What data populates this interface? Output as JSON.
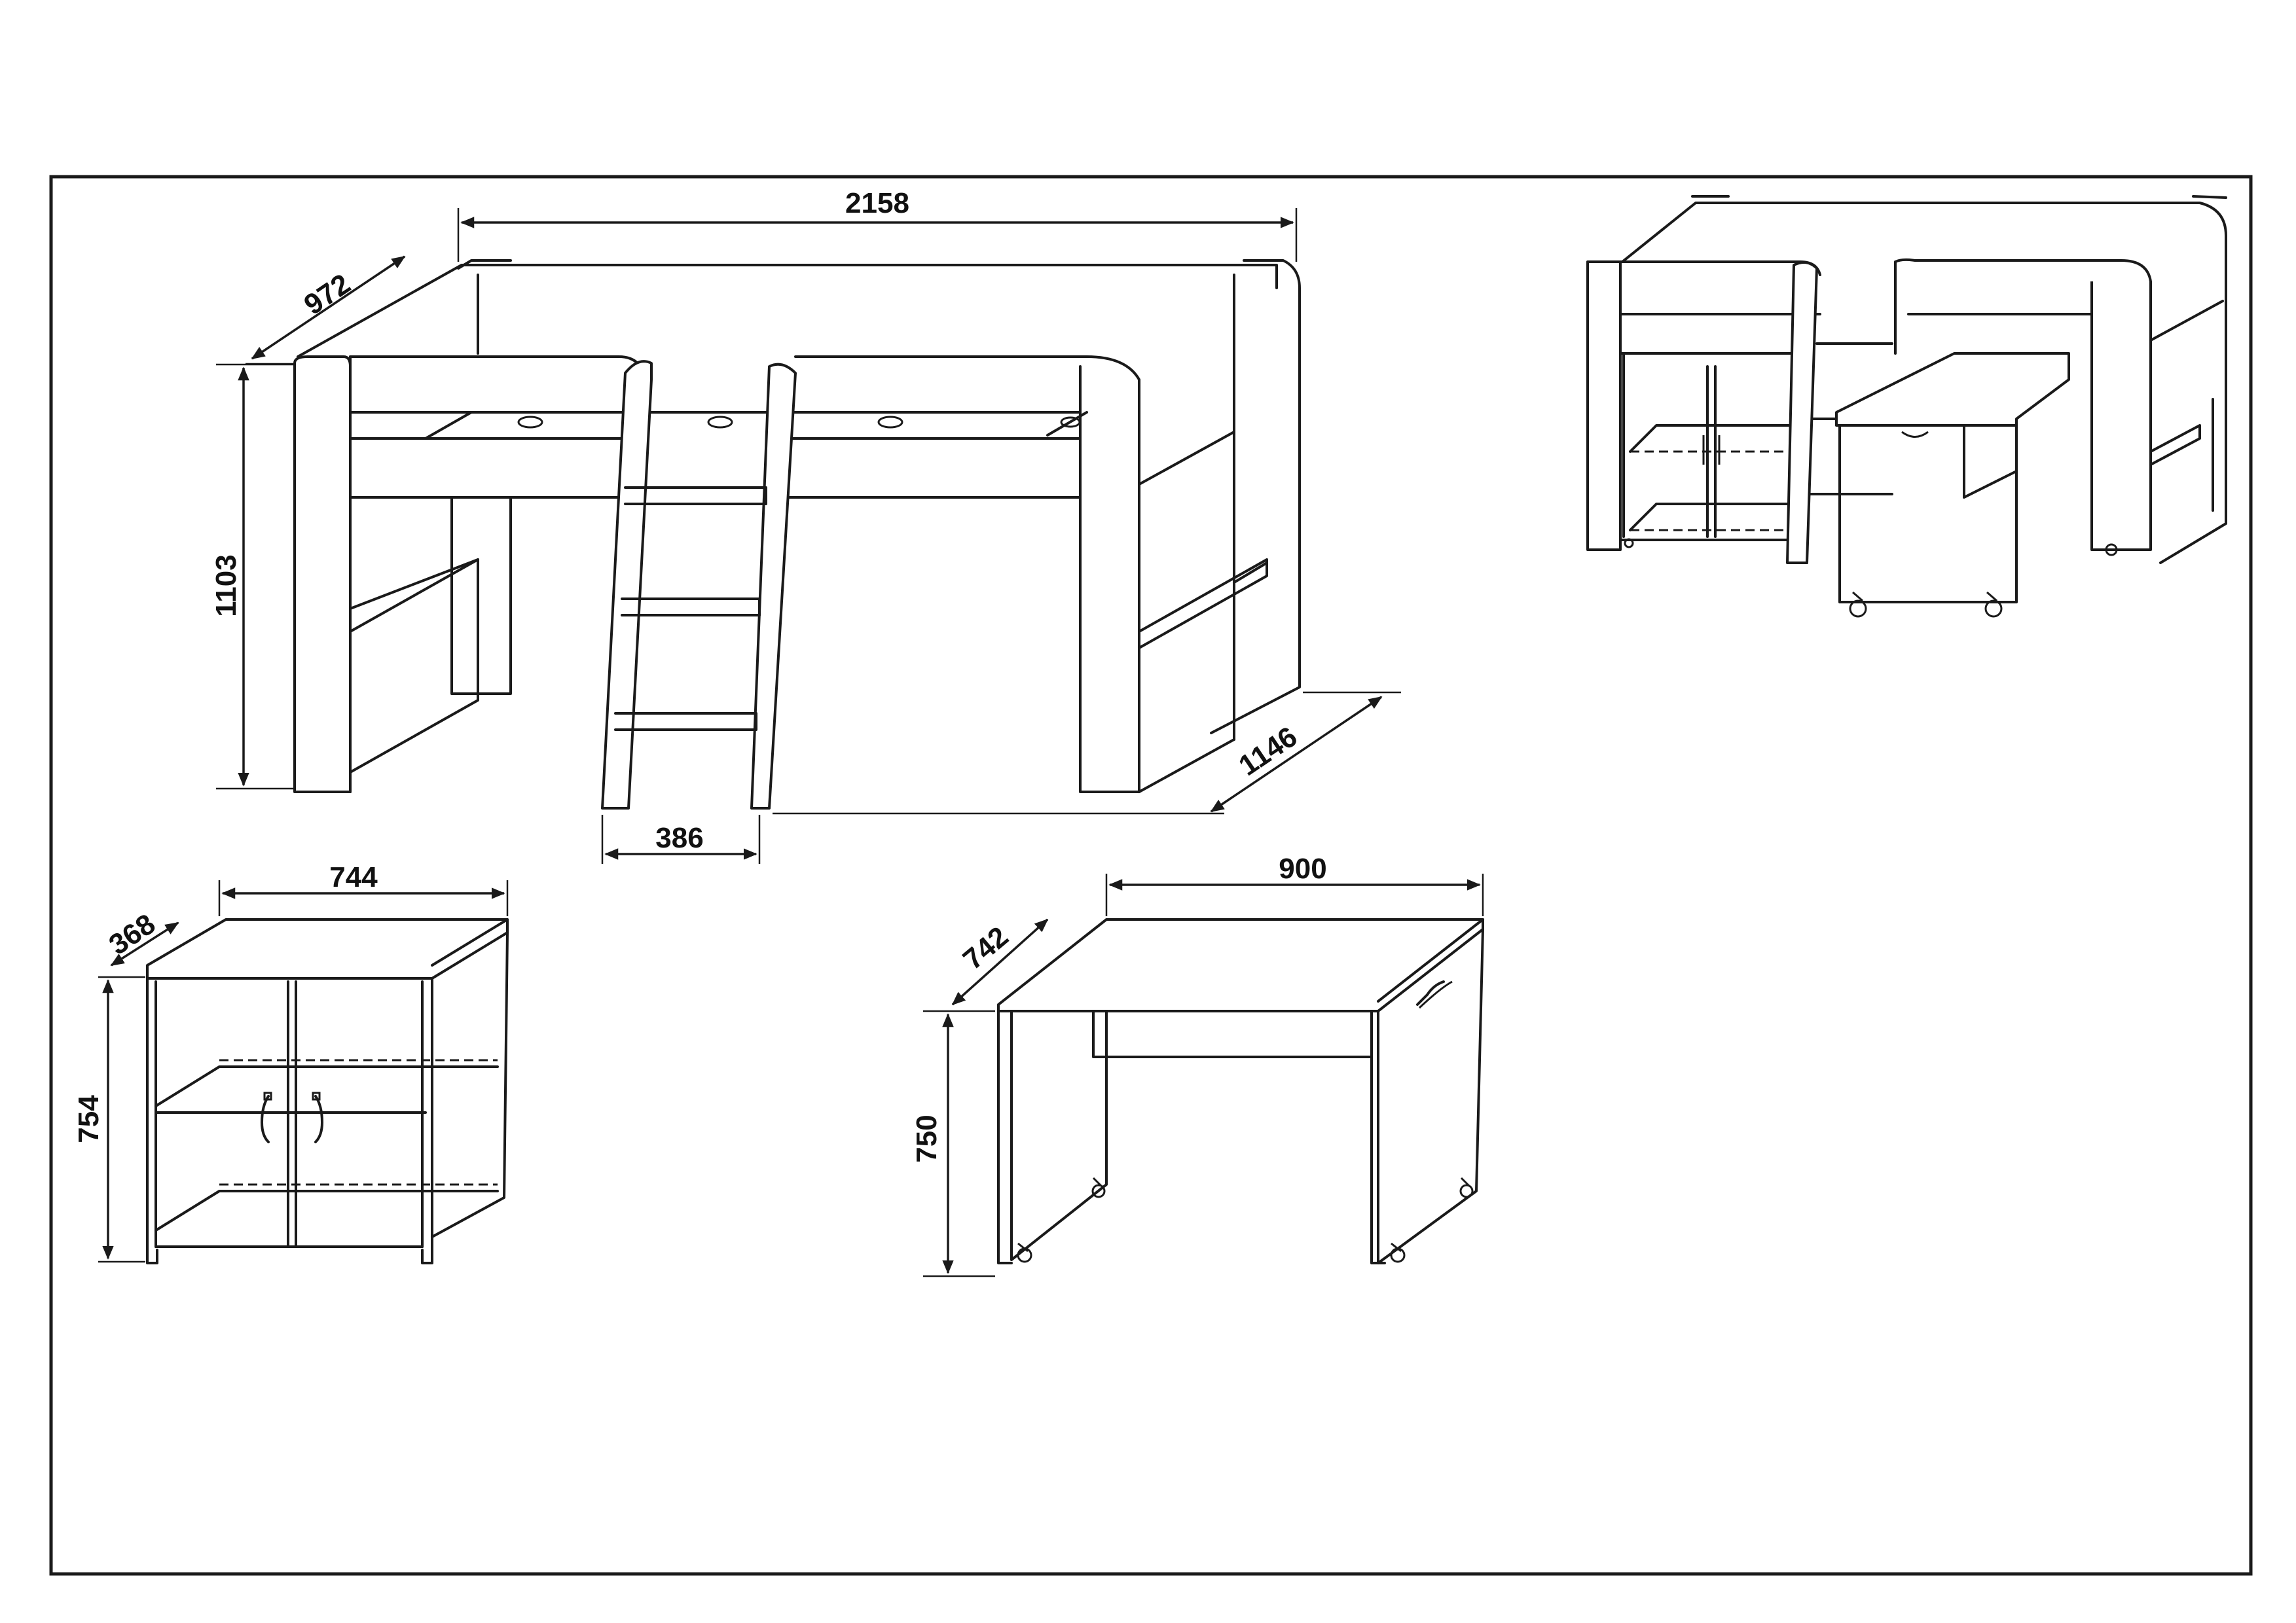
{
  "dimensions": {
    "bed": {
      "length": "2158",
      "depth": "972",
      "height": "1103",
      "desk_length": "1146",
      "ladder_width": "386"
    },
    "cabinet": {
      "width": "744",
      "depth": "368",
      "height": "754"
    },
    "desk": {
      "width": "900",
      "depth": "742",
      "height": "750"
    }
  },
  "colors": {
    "line": "#1a1a1a",
    "background": "#ffffff"
  }
}
